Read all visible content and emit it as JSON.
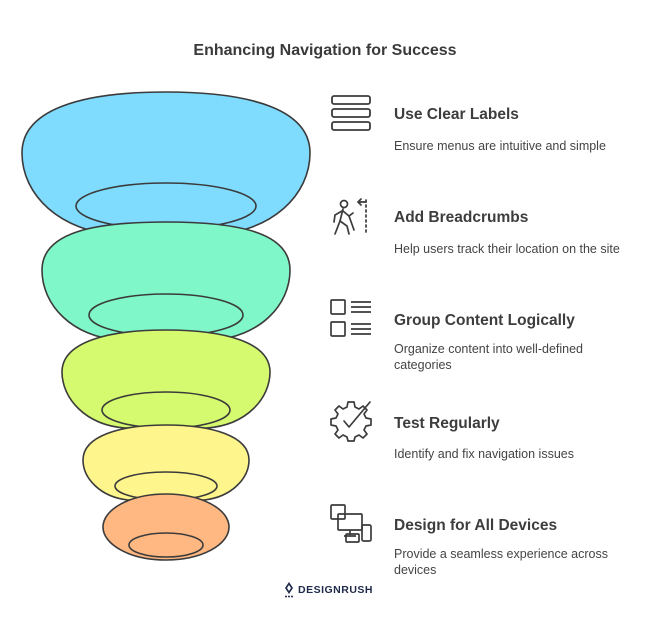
{
  "title": "Enhancing Navigation for Success",
  "items": [
    {
      "title": "Use Clear Labels",
      "desc": "Ensure menus are intuitive and simple",
      "icon": "menu-lines-icon",
      "color": "#7fdcff"
    },
    {
      "title": "Add Breadcrumbs",
      "desc": "Help users track their location on the site",
      "icon": "hiker-path-icon",
      "color": "#7ff7c8"
    },
    {
      "title": "Group Content Logically",
      "desc": "Organize content into well-defined categories",
      "icon": "grouped-list-icon",
      "color": "#d6fa6f"
    },
    {
      "title": "Test Regularly",
      "desc": "Identify and fix navigation issues",
      "icon": "gear-check-icon",
      "color": "#fef58c"
    },
    {
      "title": "Design for All Devices",
      "desc": "Provide a seamless experience across devices",
      "icon": "devices-icon",
      "color": "#ffb882"
    }
  ],
  "brand": {
    "name": "DESIGNRUSH"
  }
}
